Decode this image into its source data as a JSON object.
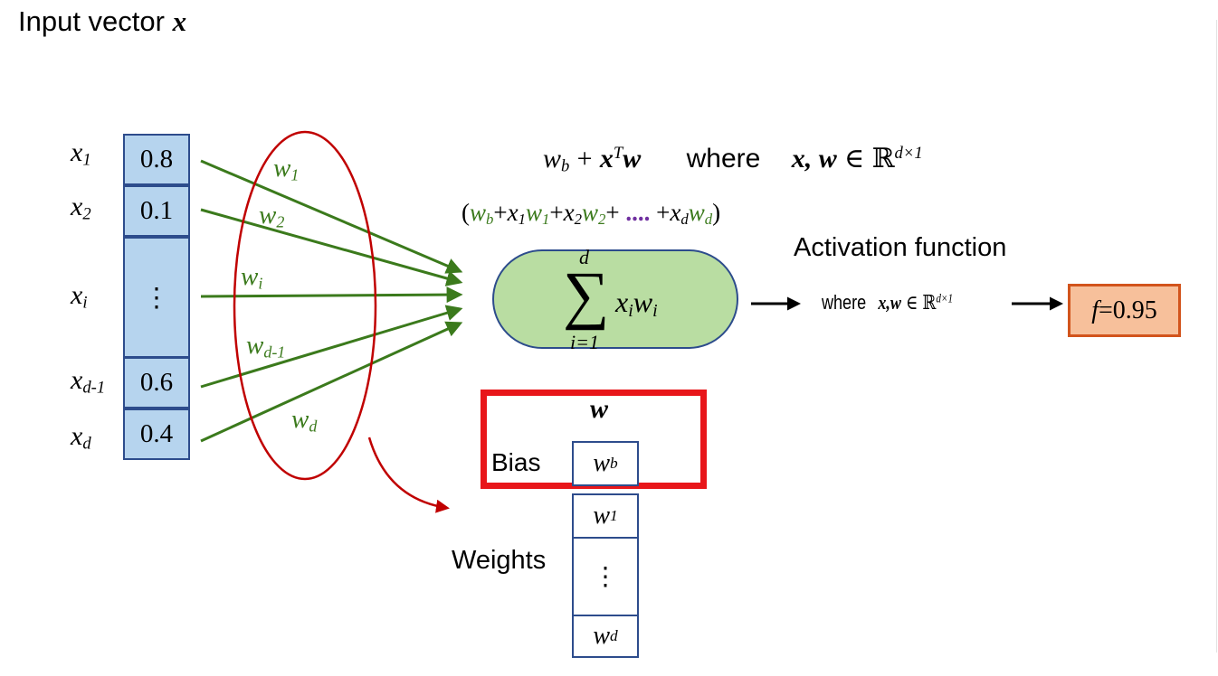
{
  "title": {
    "text": "Input vector",
    "symbol": "x"
  },
  "input_vector": [
    {
      "label_base": "x",
      "label_sub": "1",
      "value": "0.8"
    },
    {
      "label_base": "x",
      "label_sub": "2",
      "value": "0.1"
    },
    {
      "label_base": "x",
      "label_sub": "i",
      "value": "⋮"
    },
    {
      "label_base": "x",
      "label_sub": "d-1",
      "value": "0.6"
    },
    {
      "label_base": "x",
      "label_sub": "d",
      "value": "0.4"
    }
  ],
  "weight_labels": [
    {
      "base": "w",
      "sub": "1"
    },
    {
      "base": "w",
      "sub": "2"
    },
    {
      "base": "w",
      "sub": "i"
    },
    {
      "base": "w",
      "sub": "d-1"
    },
    {
      "base": "w",
      "sub": "d"
    }
  ],
  "formula": {
    "line1": {
      "wb_base": "w",
      "wb_sub": "b",
      "plus": "+",
      "x": "x",
      "sup": "T",
      "w": "w",
      "where": "where",
      "vars": "x, w",
      "in": "∈",
      "R": "ℝ",
      "dim": "d×1"
    },
    "line2": {
      "open": "(",
      "wb": "w",
      "wb_sub": "b",
      "plus": "+",
      "x1": "x",
      "x1_sub": "1",
      "w1": "w",
      "w1_sub": "1",
      "x2": "x",
      "x2_sub": "2",
      "w2": "w",
      "w2_sub": "2",
      "dots": "....",
      "xd": "x",
      "xd_sub": "d",
      "wd": "w",
      "wd_sub": "d",
      "close": ")"
    }
  },
  "sum_node": {
    "symbol": "∑",
    "upper": "d",
    "lower": "i=1",
    "term_x": "x",
    "term_x_sub": "i",
    "term_w": "w",
    "term_w_sub": "i"
  },
  "activation": {
    "label": "Activation function",
    "where": "where",
    "vars": "x,w",
    "in": "∈",
    "R": "ℝ",
    "dim": "d×1"
  },
  "output": {
    "f": "f",
    "eq": "=0.95"
  },
  "bias_block": {
    "header": "w",
    "bias_label": "Bias",
    "wb_base": "w",
    "wb_sub": "b"
  },
  "weights_block": {
    "label": "Weights",
    "cells": [
      {
        "base": "w",
        "sub": "1"
      },
      {
        "base": "",
        "sub": "",
        "dots": "⋮"
      },
      {
        "base": "w",
        "sub": "d"
      }
    ]
  },
  "colors": {
    "cell_fill": "#b6d4ee",
    "cell_border": "#2d4c8c",
    "weight_green": "#3b7a1c",
    "ellipse_red": "#c00000",
    "sum_fill": "#b9dda2",
    "output_fill": "#f7c09b",
    "output_border": "#d2541c",
    "bias_frame": "#e8161a",
    "dots_purple": "#7030a0"
  }
}
